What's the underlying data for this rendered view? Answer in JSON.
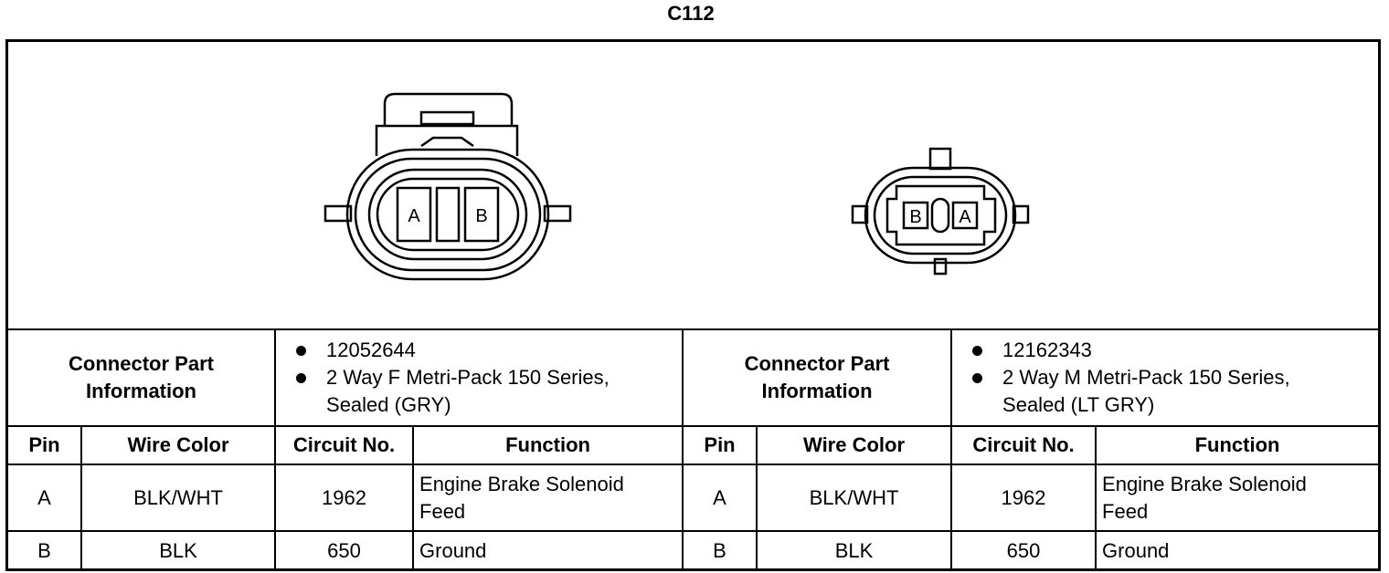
{
  "title": "C112",
  "connectors": [
    {
      "pin_letters": [
        "A",
        "B"
      ],
      "part_info_label": [
        "Connector Part",
        "Information"
      ],
      "part_info": [
        "12052644",
        "2 Way F Metri-Pack 150 Series,",
        "Sealed (GRY)"
      ],
      "headers": [
        "Pin",
        "Wire Color",
        "Circuit No.",
        "Function"
      ],
      "rows": [
        {
          "pin": "A",
          "wire_color": "BLK/WHT",
          "circuit": "1962",
          "function": [
            "Engine Brake Solenoid",
            "Feed"
          ]
        },
        {
          "pin": "B",
          "wire_color": "BLK",
          "circuit": "650",
          "function": [
            "Ground",
            ""
          ]
        }
      ]
    },
    {
      "pin_letters": [
        "B",
        "A"
      ],
      "part_info_label": [
        "Connector Part",
        "Information"
      ],
      "part_info": [
        "12162343",
        "2 Way M Metri-Pack 150 Series,",
        "Sealed (LT GRY)"
      ],
      "headers": [
        "Pin",
        "Wire Color",
        "Circuit No.",
        "Function"
      ],
      "rows": [
        {
          "pin": "A",
          "wire_color": "BLK/WHT",
          "circuit": "1962",
          "function": [
            "Engine Brake Solenoid",
            "Feed"
          ]
        },
        {
          "pin": "B",
          "wire_color": "BLK",
          "circuit": "650",
          "function": [
            "Ground",
            ""
          ]
        }
      ]
    }
  ]
}
